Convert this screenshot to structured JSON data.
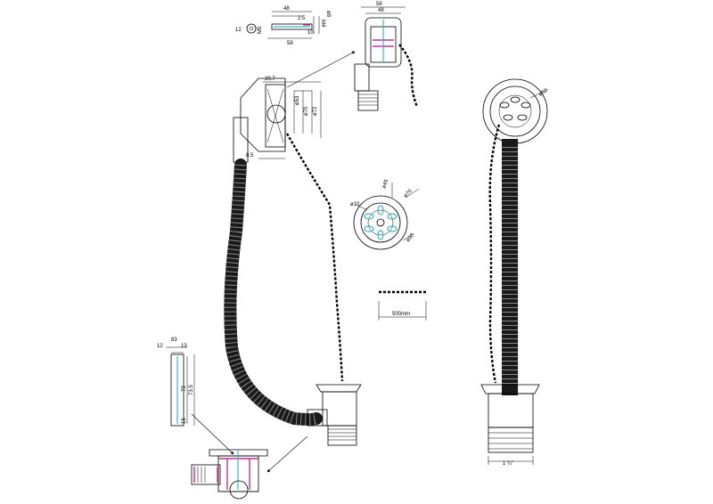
{
  "dimensions": {
    "pin_length_top": "48",
    "pin_shaft": "2.5",
    "pin_dia_m4": "M4",
    "pin_dia_8": "ø8",
    "pin_dia_10": "10",
    "pin_head_12": "12",
    "pin_m5": "M5",
    "pin_total_58": "58",
    "ring_58": "58",
    "ring_48": "48",
    "overflow_depth": "20.7",
    "overflow_dia_53": "ø53",
    "overflow_dia_70": "ø70",
    "overflow_dia_72": "ø72",
    "overflow_depth_2": "8.5",
    "grate_dia_10": "ø10",
    "grate_dia_45": "ø45",
    "grate_dia_70": "ø70",
    "grate_dia_90": "ø90",
    "chain_length": "500mm",
    "plug_dia_52": "ø52",
    "thread_size": "1 ¼\"",
    "waste_12": "12",
    "waste_83": "83",
    "waste_13": "13",
    "waste_73": "73",
    "waste_735": "73.5",
    "waste_15": "15"
  }
}
